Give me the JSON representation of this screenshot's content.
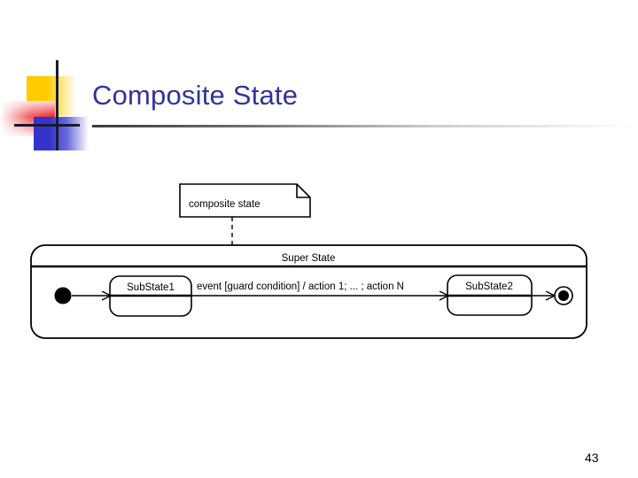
{
  "slide": {
    "title": "Composite State",
    "page_number": "43",
    "title_color": "#333399",
    "rule_color": "#3a3a46"
  },
  "decoration": {
    "squares": [
      {
        "name": "yellow-square",
        "color": "#ffcc00"
      },
      {
        "name": "red-square",
        "color": "#ee2222"
      },
      {
        "name": "blue-square",
        "color": "#3333cc"
      }
    ],
    "crosshair_color": "#1a1a2e"
  },
  "diagram": {
    "type": "uml-state-machine",
    "note": {
      "text": "composite state",
      "connector": "dashed"
    },
    "composite_state": {
      "title": "Super State",
      "initial_state": "initial-state-node",
      "final_state": "final-state-node",
      "substates": [
        {
          "label": "SubState1"
        },
        {
          "label": "SubState2"
        }
      ],
      "transitions": [
        {
          "from": "initial",
          "to": "SubState1",
          "label": ""
        },
        {
          "from": "SubState1",
          "to": "SubState2",
          "label": "event [guard condition] / action 1; ... ; action N"
        },
        {
          "from": "SubState2",
          "to": "final",
          "label": ""
        }
      ]
    }
  }
}
